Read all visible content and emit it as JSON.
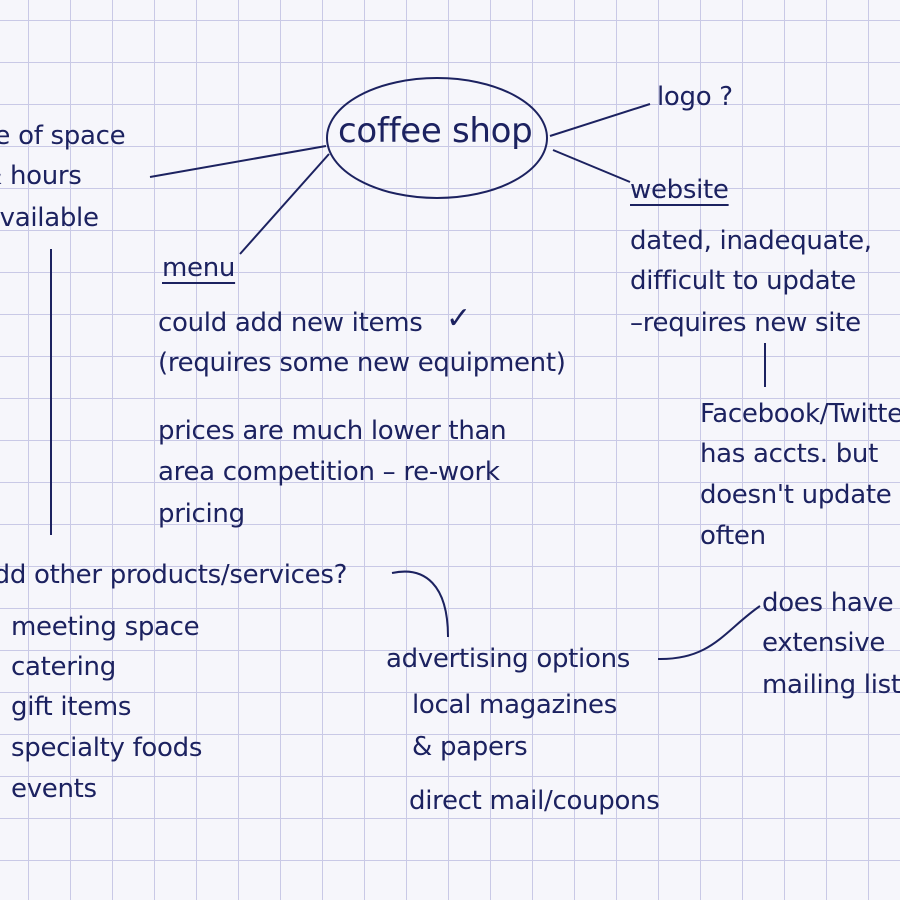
{
  "center": "coffee shop",
  "logo": "logo ?",
  "space": [
    "use of space",
    "& hours",
    "available"
  ],
  "menu": {
    "heading": "menu",
    "item1": "could add new items",
    "checkmark": "✓",
    "item2": "(requires some new equipment)",
    "pricing": [
      "prices are much lower than",
      "area competition – re-work",
      "pricing"
    ]
  },
  "website": {
    "heading": "website",
    "notes": [
      "dated, inadequate,",
      "difficult to update",
      "–requires new site"
    ]
  },
  "social": [
    "Facebook/Twitter",
    "has accts. but",
    "doesn't update",
    "often"
  ],
  "products": {
    "heading": "add other products/services?",
    "items": [
      "meeting space",
      "catering",
      "gift items",
      "specialty foods",
      "events"
    ]
  },
  "advertising": {
    "heading": "advertising options",
    "items": [
      "local magazines",
      "& papers",
      "direct mail/coupons"
    ]
  },
  "mailing": [
    "does have",
    "extensive",
    "mailing list"
  ],
  "colors": {
    "ink": "#1c2260",
    "grid": "#c9c9e6",
    "paper": "#f6f6fb"
  }
}
